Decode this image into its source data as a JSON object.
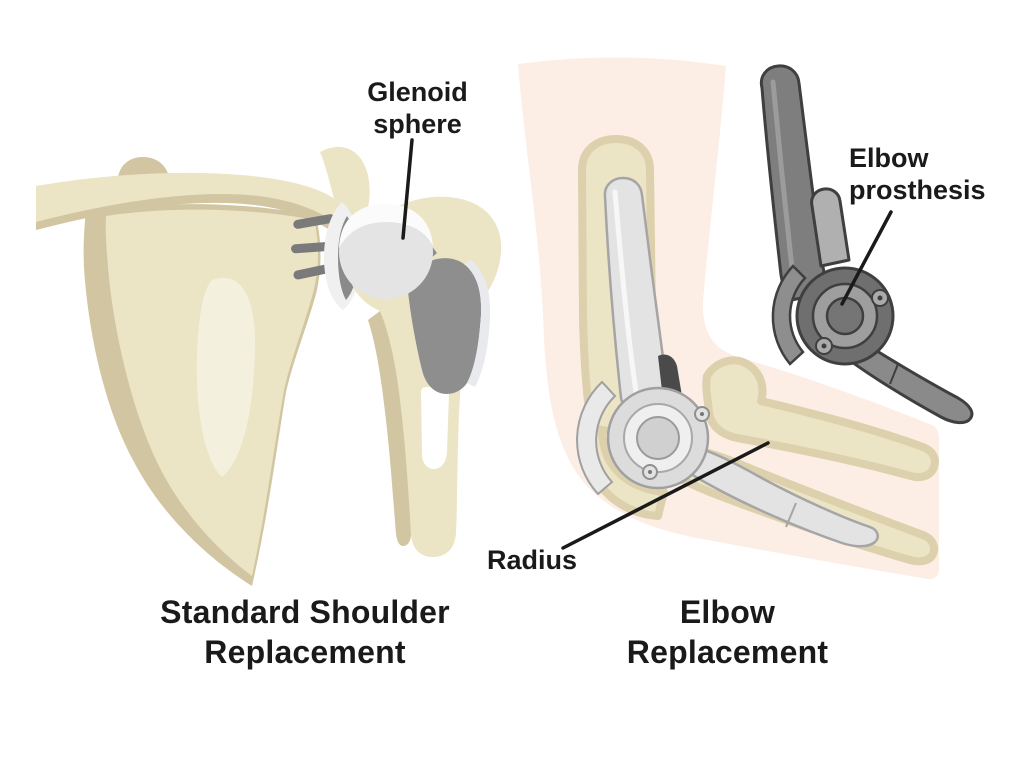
{
  "colors": {
    "background": "#ffffff",
    "bone": "#ebe4c5",
    "bone_shadow": "#d2c6a2",
    "bone_halo": "#ddd0ad",
    "bone_highlight": "#f4f0de",
    "skin": "#fceee4",
    "sphere": "#e4e4e4",
    "metal_dark": "#7e7e7e",
    "metal_dark_outline": "#3f3f3f",
    "metal_mid": "#8e8e8e",
    "metal_light": "#e3e3e3",
    "metal_light_outline": "#a5a5a5",
    "implant_stripe": "#e8eaee",
    "label_text": "#1a1a1a",
    "leader_line": "#1a1a1a"
  },
  "annotations": {
    "glenoid_sphere": {
      "lines": [
        "Glenoid",
        "sphere"
      ]
    },
    "radius": {
      "text": "Radius"
    },
    "elbow_prosthesis": {
      "lines": [
        "Elbow",
        "prosthesis"
      ]
    }
  },
  "captions": {
    "shoulder": {
      "lines": [
        "Standard Shoulder",
        "Replacement"
      ]
    },
    "elbow": {
      "lines": [
        "Elbow",
        "Replacement"
      ]
    }
  }
}
